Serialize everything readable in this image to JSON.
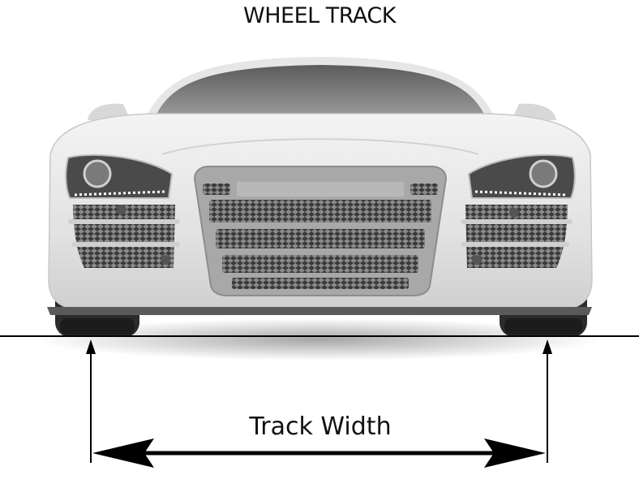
{
  "diagram": {
    "title": "WHEEL TRACK",
    "dimension_label": "Track Width"
  },
  "colors": {
    "background": "#ffffff",
    "car_body": "#e9e9e9",
    "grille": "#9a9a9a",
    "tire": "#2b2b2b",
    "line": "#000000"
  },
  "icons": [
    "car-front-illustration",
    "arrow-up-icon",
    "double-headed-arrow-icon"
  ]
}
